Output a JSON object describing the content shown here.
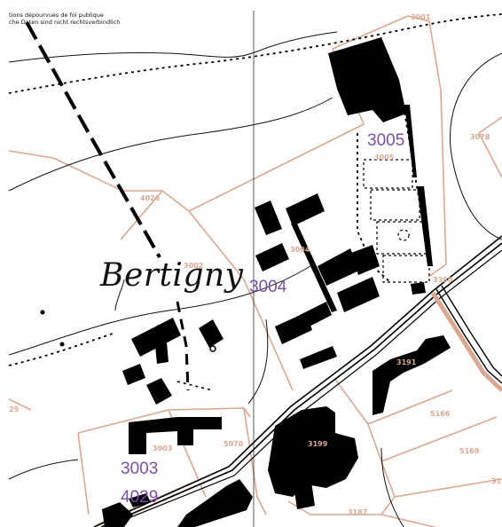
{
  "disclaimer": {
    "line1": "tions dépourvues de foi publique",
    "line2": "che Daten sind nicht rechtsverbindlich"
  },
  "place_name": "Bertigny",
  "parcel_numbers": {
    "p3001": "3001",
    "p3005": "3005",
    "p3078": "3078",
    "p4026": "4026",
    "p3002": "3002",
    "p3004": "3004",
    "p3003": "3003",
    "p5070": "5070",
    "p3199": "3199",
    "p3191": "3191",
    "p5166": "5166",
    "p5169": "5169",
    "p3187": "3187",
    "p3390": "3390",
    "p25": "25",
    "p31": "31"
  },
  "query_labels": {
    "q3005": "3005",
    "q3004": "3004",
    "q3003": "3003",
    "q4029": "4029"
  },
  "colors": {
    "parcel_line": "#d9a792",
    "building": "#000000",
    "query_label": "#7b4fa8",
    "background": "#ffffff"
  }
}
